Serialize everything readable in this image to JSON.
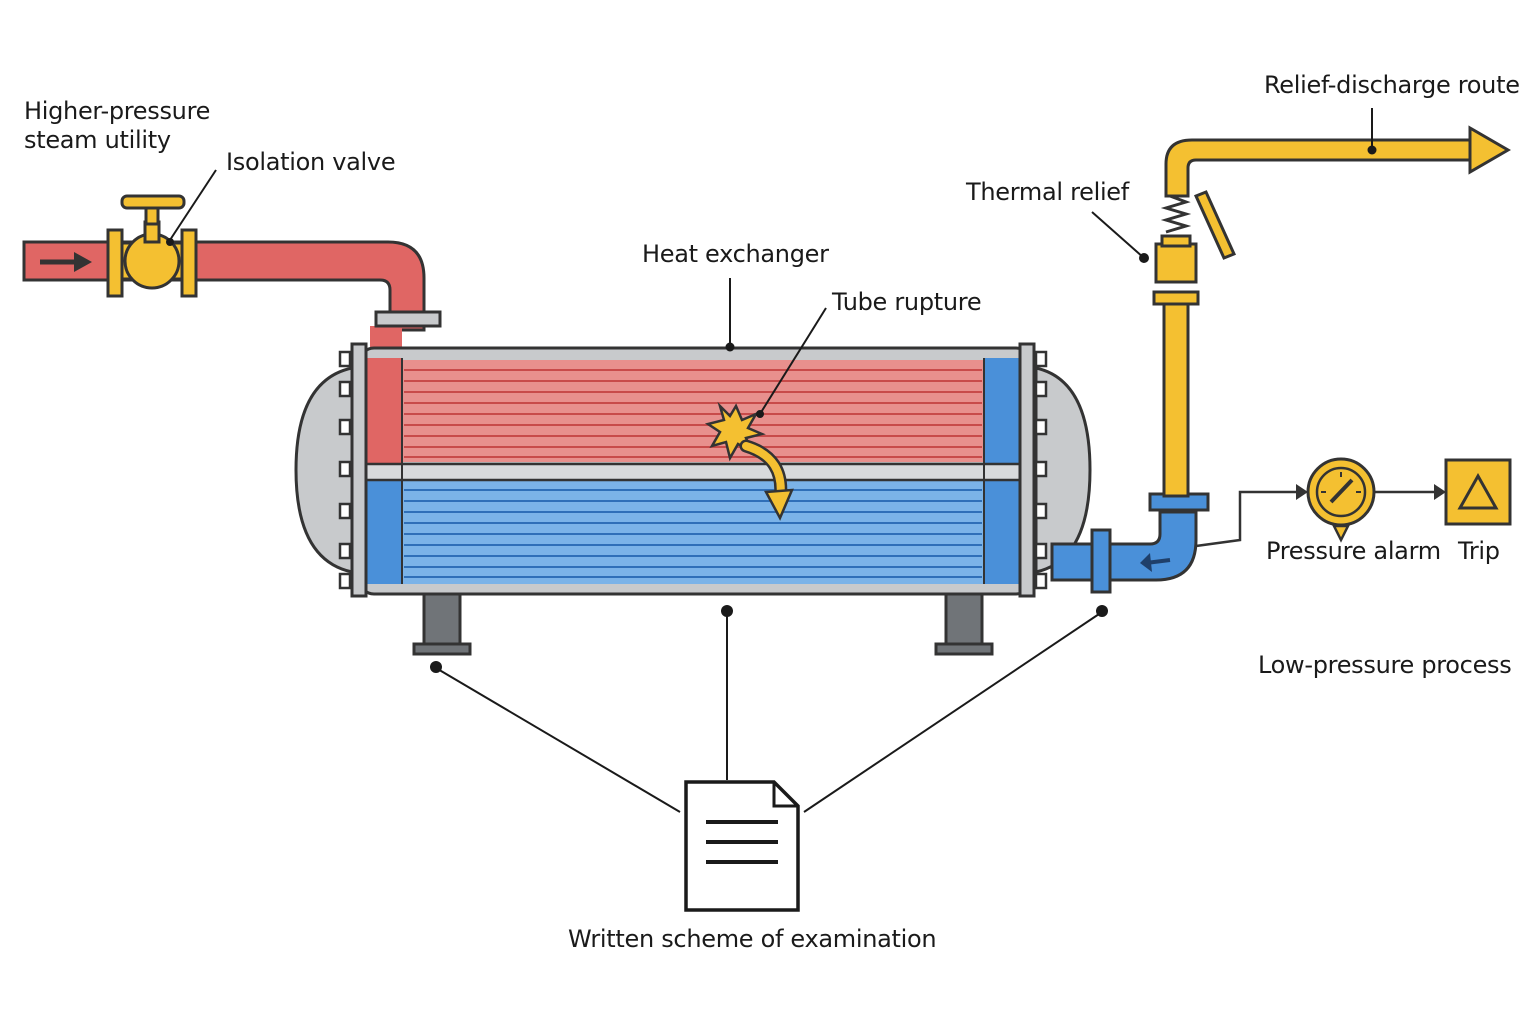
{
  "labels": {
    "steam_line1": "Higher-pressure",
    "steam_line2": "steam utility",
    "isolation_valve": "Isolation valve",
    "heat_exchanger": "Heat exchanger",
    "tube_rupture": "Tube rupture",
    "thermal_relief": "Thermal relief",
    "relief_route": "Relief-discharge route",
    "pressure_alarm": "Pressure alarm",
    "trip": "Trip",
    "low_pressure": "Low-pressure process",
    "scheme": "Written scheme of examination"
  },
  "colors": {
    "hot": "#e06664",
    "hot_tube": "#e8908d",
    "cold": "#4a90d9",
    "cold_tube": "#7bb3e8",
    "relief": "#f4c031",
    "shell": "#c8cacc",
    "outline": "#333333",
    "leg": "#707478"
  },
  "icons": {
    "inlet_arrow": "arrow-right-icon",
    "valve": "gate-valve-icon",
    "rupture": "burst-star-icon",
    "gauge": "pressure-gauge-icon",
    "trip": "warning-triangle-icon",
    "document": "document-icon"
  }
}
